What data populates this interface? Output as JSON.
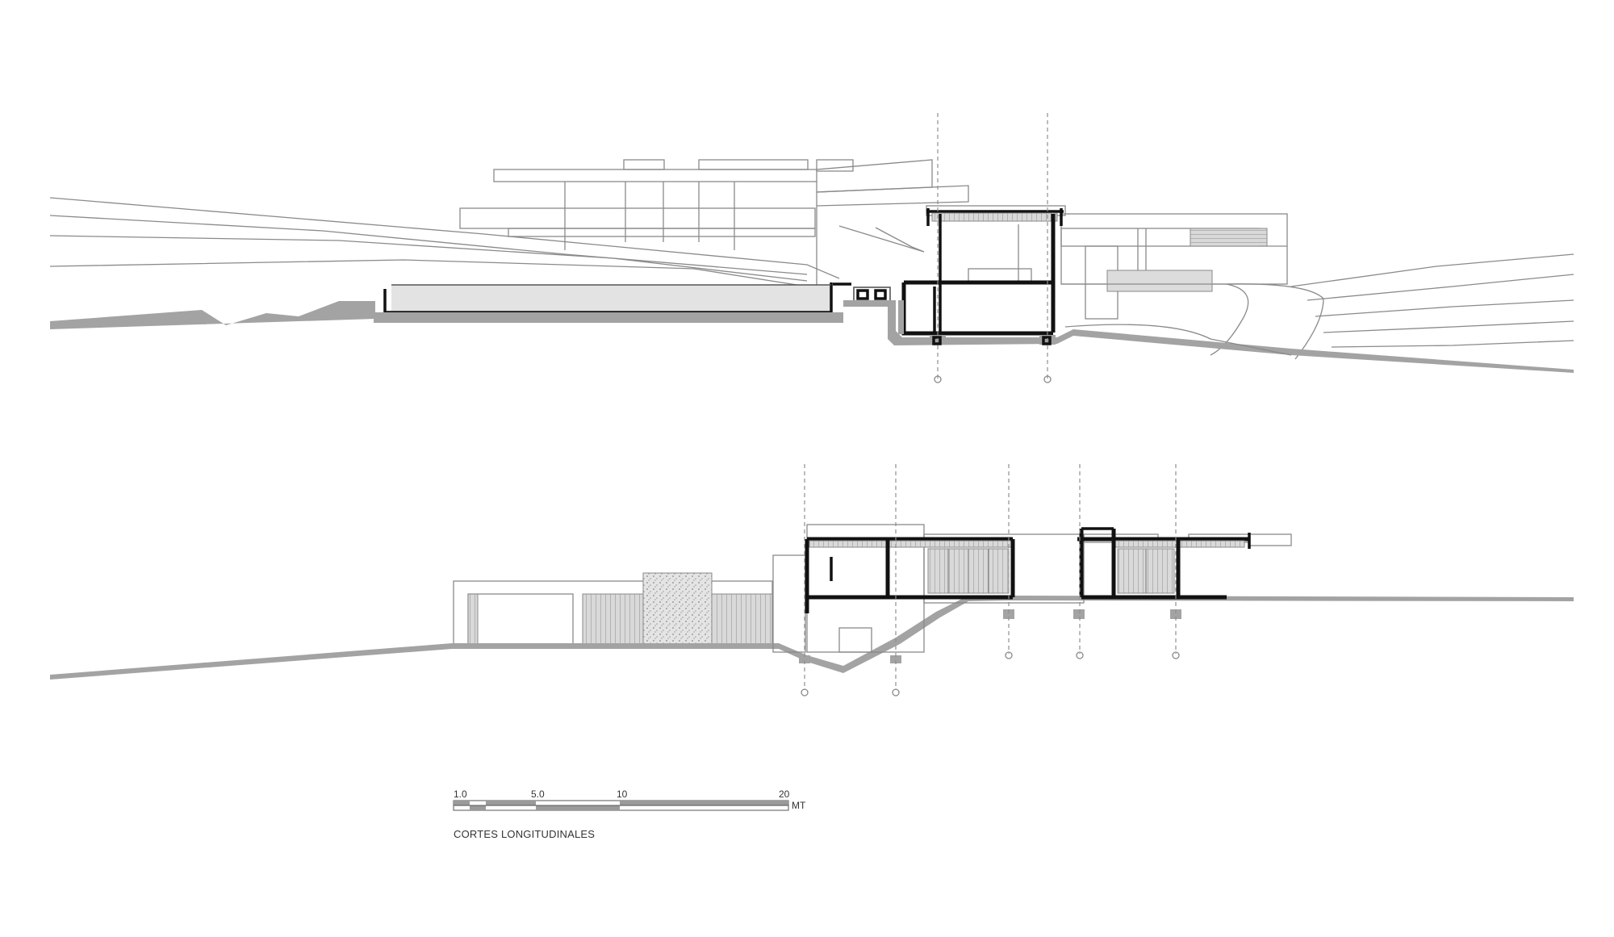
{
  "drawing": {
    "caption": "CORTES LONGITUDINALES",
    "scale_bar": {
      "labels": [
        "1.0",
        "5.0",
        "10",
        "20"
      ],
      "unit": "MT"
    },
    "sections": [
      {
        "id": "section-1"
      },
      {
        "id": "section-2"
      }
    ],
    "colors": {
      "line": "#8a8a8a",
      "structure": "#111111",
      "ground": "#a3a3a3"
    }
  }
}
